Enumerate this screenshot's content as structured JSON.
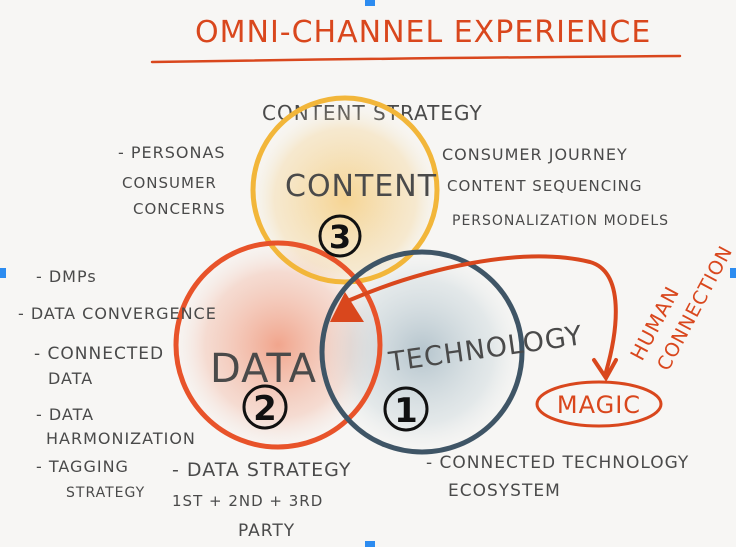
{
  "title": "OMNI-CHANNEL EXPERIENCE",
  "content_strategy": "CONTENT STRATEGY",
  "circles": {
    "content": {
      "label": "CONTENT",
      "number": "3",
      "color": "#f2b63a"
    },
    "data": {
      "label": "DATA",
      "number": "2",
      "color": "#e8532a"
    },
    "technology": {
      "label": "TECHNOLOGY",
      "number": "1",
      "color": "#3f5566"
    }
  },
  "left_top_notes": [
    "- PERSONAS",
    "CONSUMER",
    "CONCERNS"
  ],
  "right_top_notes": [
    "CONSUMER JOURNEY",
    "CONTENT SEQUENCING",
    "PERSONALIZATION MODELS"
  ],
  "left_notes": [
    "- DMPs",
    "- DATA CONVERGENCE",
    "- CONNECTED",
    "DATA",
    "- DATA",
    "HARMONIZATION",
    "- TAGGING",
    "STRATEGY"
  ],
  "data_strategy": [
    "- DATA STRATEGY",
    "1ST + 2ND + 3RD",
    "PARTY"
  ],
  "tech_notes": [
    "- CONNECTED TECHNOLOGY",
    "ECOSYSTEM"
  ],
  "human_connection": [
    "HUMAN",
    "CONNECTION"
  ],
  "magic": "MAGIC",
  "colors": {
    "accent": "#d9471d",
    "ink": "#4a4a4a",
    "technology": "#3f5566",
    "content": "#f2b63a"
  }
}
